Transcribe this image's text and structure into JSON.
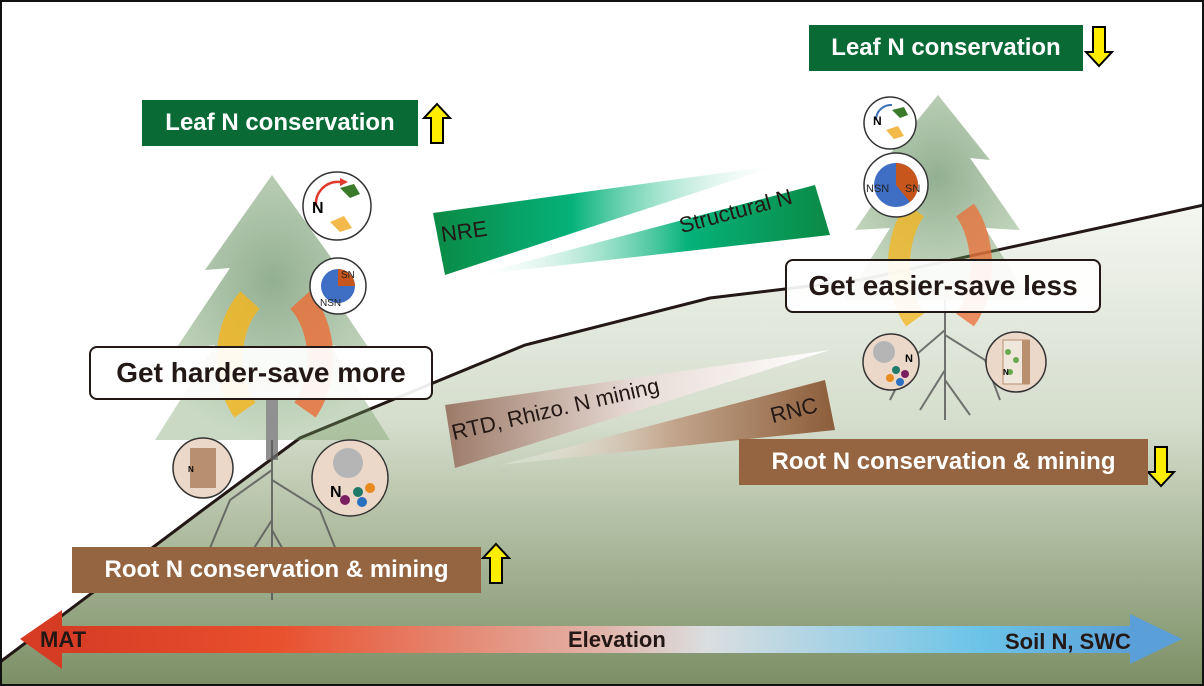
{
  "figure": {
    "background_colors": {
      "sky": "#ffffff",
      "slope_top": "#eef1ea",
      "slope_bottom": "#7a8f64",
      "green_label": "#0a6a35",
      "brown_label": "#946540",
      "up_down_arrow": "#ffed00"
    },
    "left_panel": {
      "leaf_label": "Leaf N conservation",
      "leaf_trend": "up",
      "callout": "Get harder-save more",
      "root_label": "Root N conservation & mining",
      "root_trend": "up",
      "pie_labels": [
        "SN",
        "NSN"
      ],
      "resorption_icon_label": "N",
      "root_icon_label": "N",
      "mining_icon_label": "N"
    },
    "right_panel": {
      "leaf_label": "Leaf N conservation",
      "leaf_trend": "down",
      "callout": "Get easier-save less",
      "root_label": "Root N conservation & mining",
      "root_trend": "down",
      "pie_labels": [
        "NSN",
        "SN"
      ],
      "resorption_icon_label": "N",
      "root_icon_label": "N",
      "mining_icon_label": "N"
    },
    "wedges": {
      "leaf_decreasing": "NRE",
      "leaf_increasing": "Structural N",
      "root_decreasing": "RTD, Rhizo. N mining",
      "root_increasing": "RNC"
    },
    "axis": {
      "left_label": "MAT",
      "center_label": "Elevation",
      "right_label": "Soil N, SWC",
      "left_color": "#e4472a",
      "mid_color": "#dadee0",
      "right_color": "#5fb2e0"
    },
    "icons": {
      "trend_up": "yellow-up-arrow-icon",
      "trend_down": "yellow-down-arrow-icon",
      "tree": "conifer-tree-icon",
      "cycle": "cycle-arrows-icon",
      "pie": "pie-chart-icon",
      "resorption": "leaf-resorption-icon",
      "root_cells": "root-cell-icon",
      "mining": "gear-enzyme-icon"
    }
  }
}
